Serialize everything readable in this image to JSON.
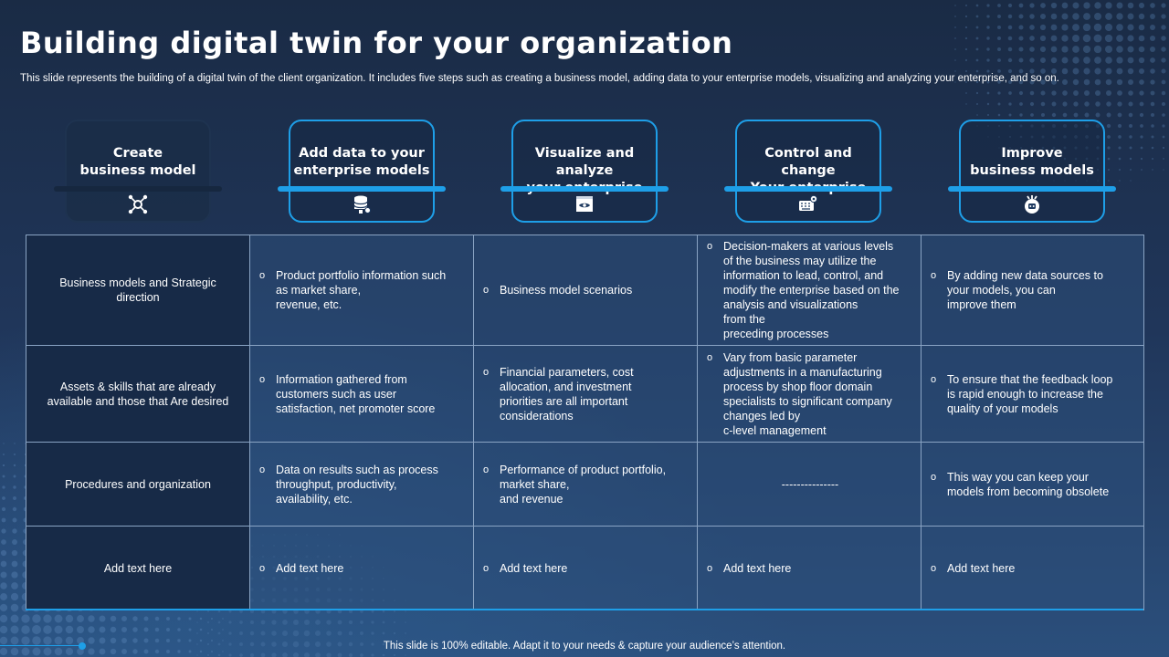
{
  "slide": {
    "title": "Building digital twin for your organization",
    "subtitle": "This slide represents the building of a digital twin of the client organization. It includes five steps such as creating a business model, adding data to your enterprise models, visualizing and analyzing your enterprise, and so on.",
    "footer": "This slide is 100% editable. Adapt it to your needs & capture your audience’s attention."
  },
  "colors": {
    "accent": "#1e9fe8",
    "background": "#1f3455",
    "row_header": "#172a47"
  },
  "steps": [
    {
      "label": "Create\nbusiness model",
      "icon": "network-nodes-icon"
    },
    {
      "label": "Add data to your\nenterprise models",
      "icon": "database-icon"
    },
    {
      "label": "Visualize and analyze\nyour enterprise",
      "icon": "eye-monitor-icon"
    },
    {
      "label": "Control and change\nYour enterprise",
      "icon": "keyboard-settings-icon"
    },
    {
      "label": "Improve\nbusiness models",
      "icon": "robot-gear-icon"
    }
  ],
  "table": {
    "rows": [
      {
        "header": "Business models and Strategic direction",
        "cells": [
          "Product portfolio information such\nas market share,\nrevenue,  etc.",
          "Business model scenarios",
          "Decision-makers at various  levels\nof the business may utilize the\ninformation to lead, control, and\nmodify the enterprise based on the\nanalysis and visualizations\nfrom the\npreceding processes",
          "By adding new data sources to\nyour models,  you can\nimprove  them"
        ]
      },
      {
        "header": "Assets & skills that are already available and those that Are desired",
        "cells": [
          "Information  gathered from\ncustomers such as user\nsatisfaction, net promoter score",
          "Financial parameters, cost\nallocation, and investment\npriorities are all important\nconsiderations",
          "Vary from basic parameter\nadjustments in a manufacturing\nprocess by shop floor domain\nspecialists to significant company\nchanges led by\nc-level  management",
          "To ensure that the feedback loop\nis rapid enough to increase the\nquality of your models"
        ]
      },
      {
        "header": "Procedures and organization",
        "cells": [
          "Data on results such as process\nthroughput,  productivity,\navailability,  etc.",
          "Performance  of product portfolio,\nmarket share,\nand revenue",
          "---------------",
          "This way you can keep your\nmodels from becoming obsolete"
        ]
      },
      {
        "header": "Add text here",
        "cells": [
          "Add text here",
          "Add text here",
          "Add text here",
          "Add text here"
        ]
      }
    ]
  }
}
